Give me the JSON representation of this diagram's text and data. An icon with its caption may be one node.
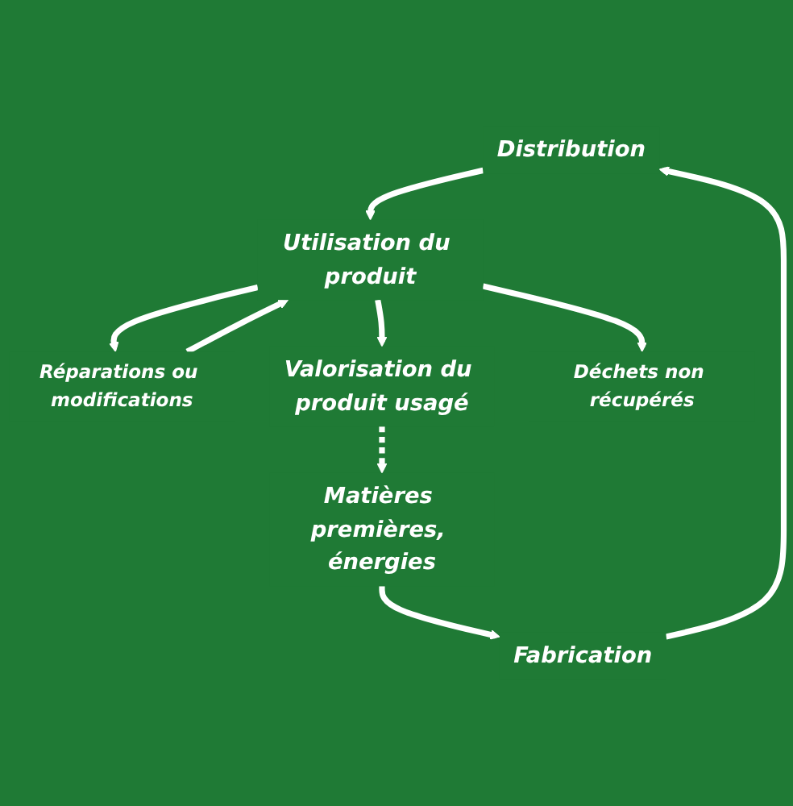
{
  "diagram": {
    "nodes": [
      {
        "text": [
          "Distribution"
        ]
      },
      {
        "text": [
          "Utilisation du produit"
        ]
      },
      {
        "text": [
          "Réparations ou modifications"
        ]
      },
      {
        "text": [
          "Fabrication"
        ]
      },
      {
        "text": [
          "Matières premières, énergies"
        ]
      },
      {
        "text": [
          "Valorisation du produit usagé"
        ]
      },
      {
        "text": [
          "Déchets non récupérés"
        ]
      }
    ],
    "edges": [
      {
        "from": 0,
        "to": 1,
        "arrow": "to"
      },
      {
        "from": 2,
        "to": 1,
        "arrow": "to"
      },
      {
        "from": 1,
        "to": 2,
        "arrow": "to"
      },
      {
        "from": 1,
        "to": 5,
        "arrow": "to"
      },
      {
        "from": 1,
        "to": 6,
        "arrow": "to"
      },
      {
        "from": 5,
        "to": 4,
        "arrow": "to",
        "style": "dashed"
      },
      {
        "from": 4,
        "to": 3,
        "arrow": "to"
      },
      {
        "from": 3,
        "to": 0,
        "arrow": "to"
      }
    ]
  }
}
